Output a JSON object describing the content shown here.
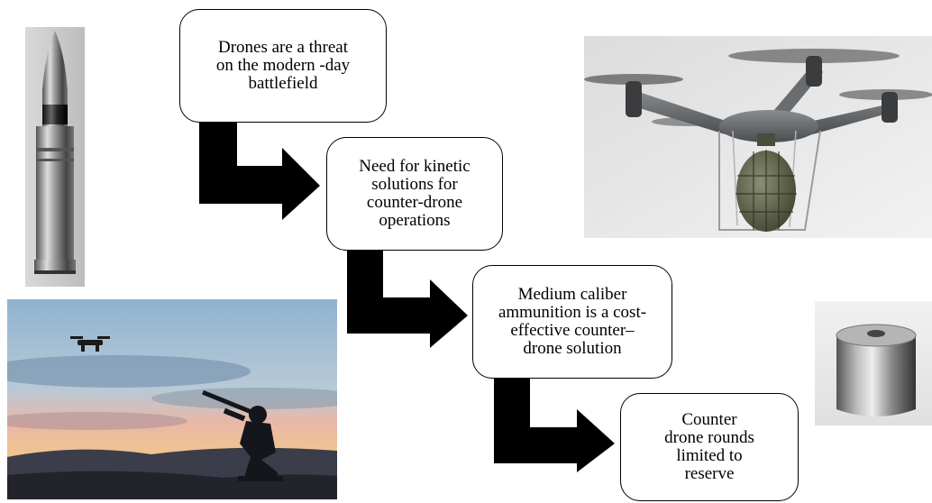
{
  "flow": {
    "steps": [
      {
        "text": "Drones are a threat\non the modern -day\nbattlefield"
      },
      {
        "text": "Need for kinetic\nsolutions for\ncounter-drone\noperations"
      },
      {
        "text": "Medium caliber\nammunition is a cost-\neffective counter–\ndrone solution"
      },
      {
        "text": "Counter\ndrone rounds\nlimited to\nreserve"
      }
    ]
  },
  "images": [
    {
      "icon": "cartridge-round-image"
    },
    {
      "icon": "drone-with-grenade-image"
    },
    {
      "icon": "soldier-aiming-at-drone-sunset-image"
    },
    {
      "icon": "metal-cylinder-slug-image"
    }
  ],
  "colors": {
    "arrow": "#000000",
    "box_border": "#000000"
  }
}
